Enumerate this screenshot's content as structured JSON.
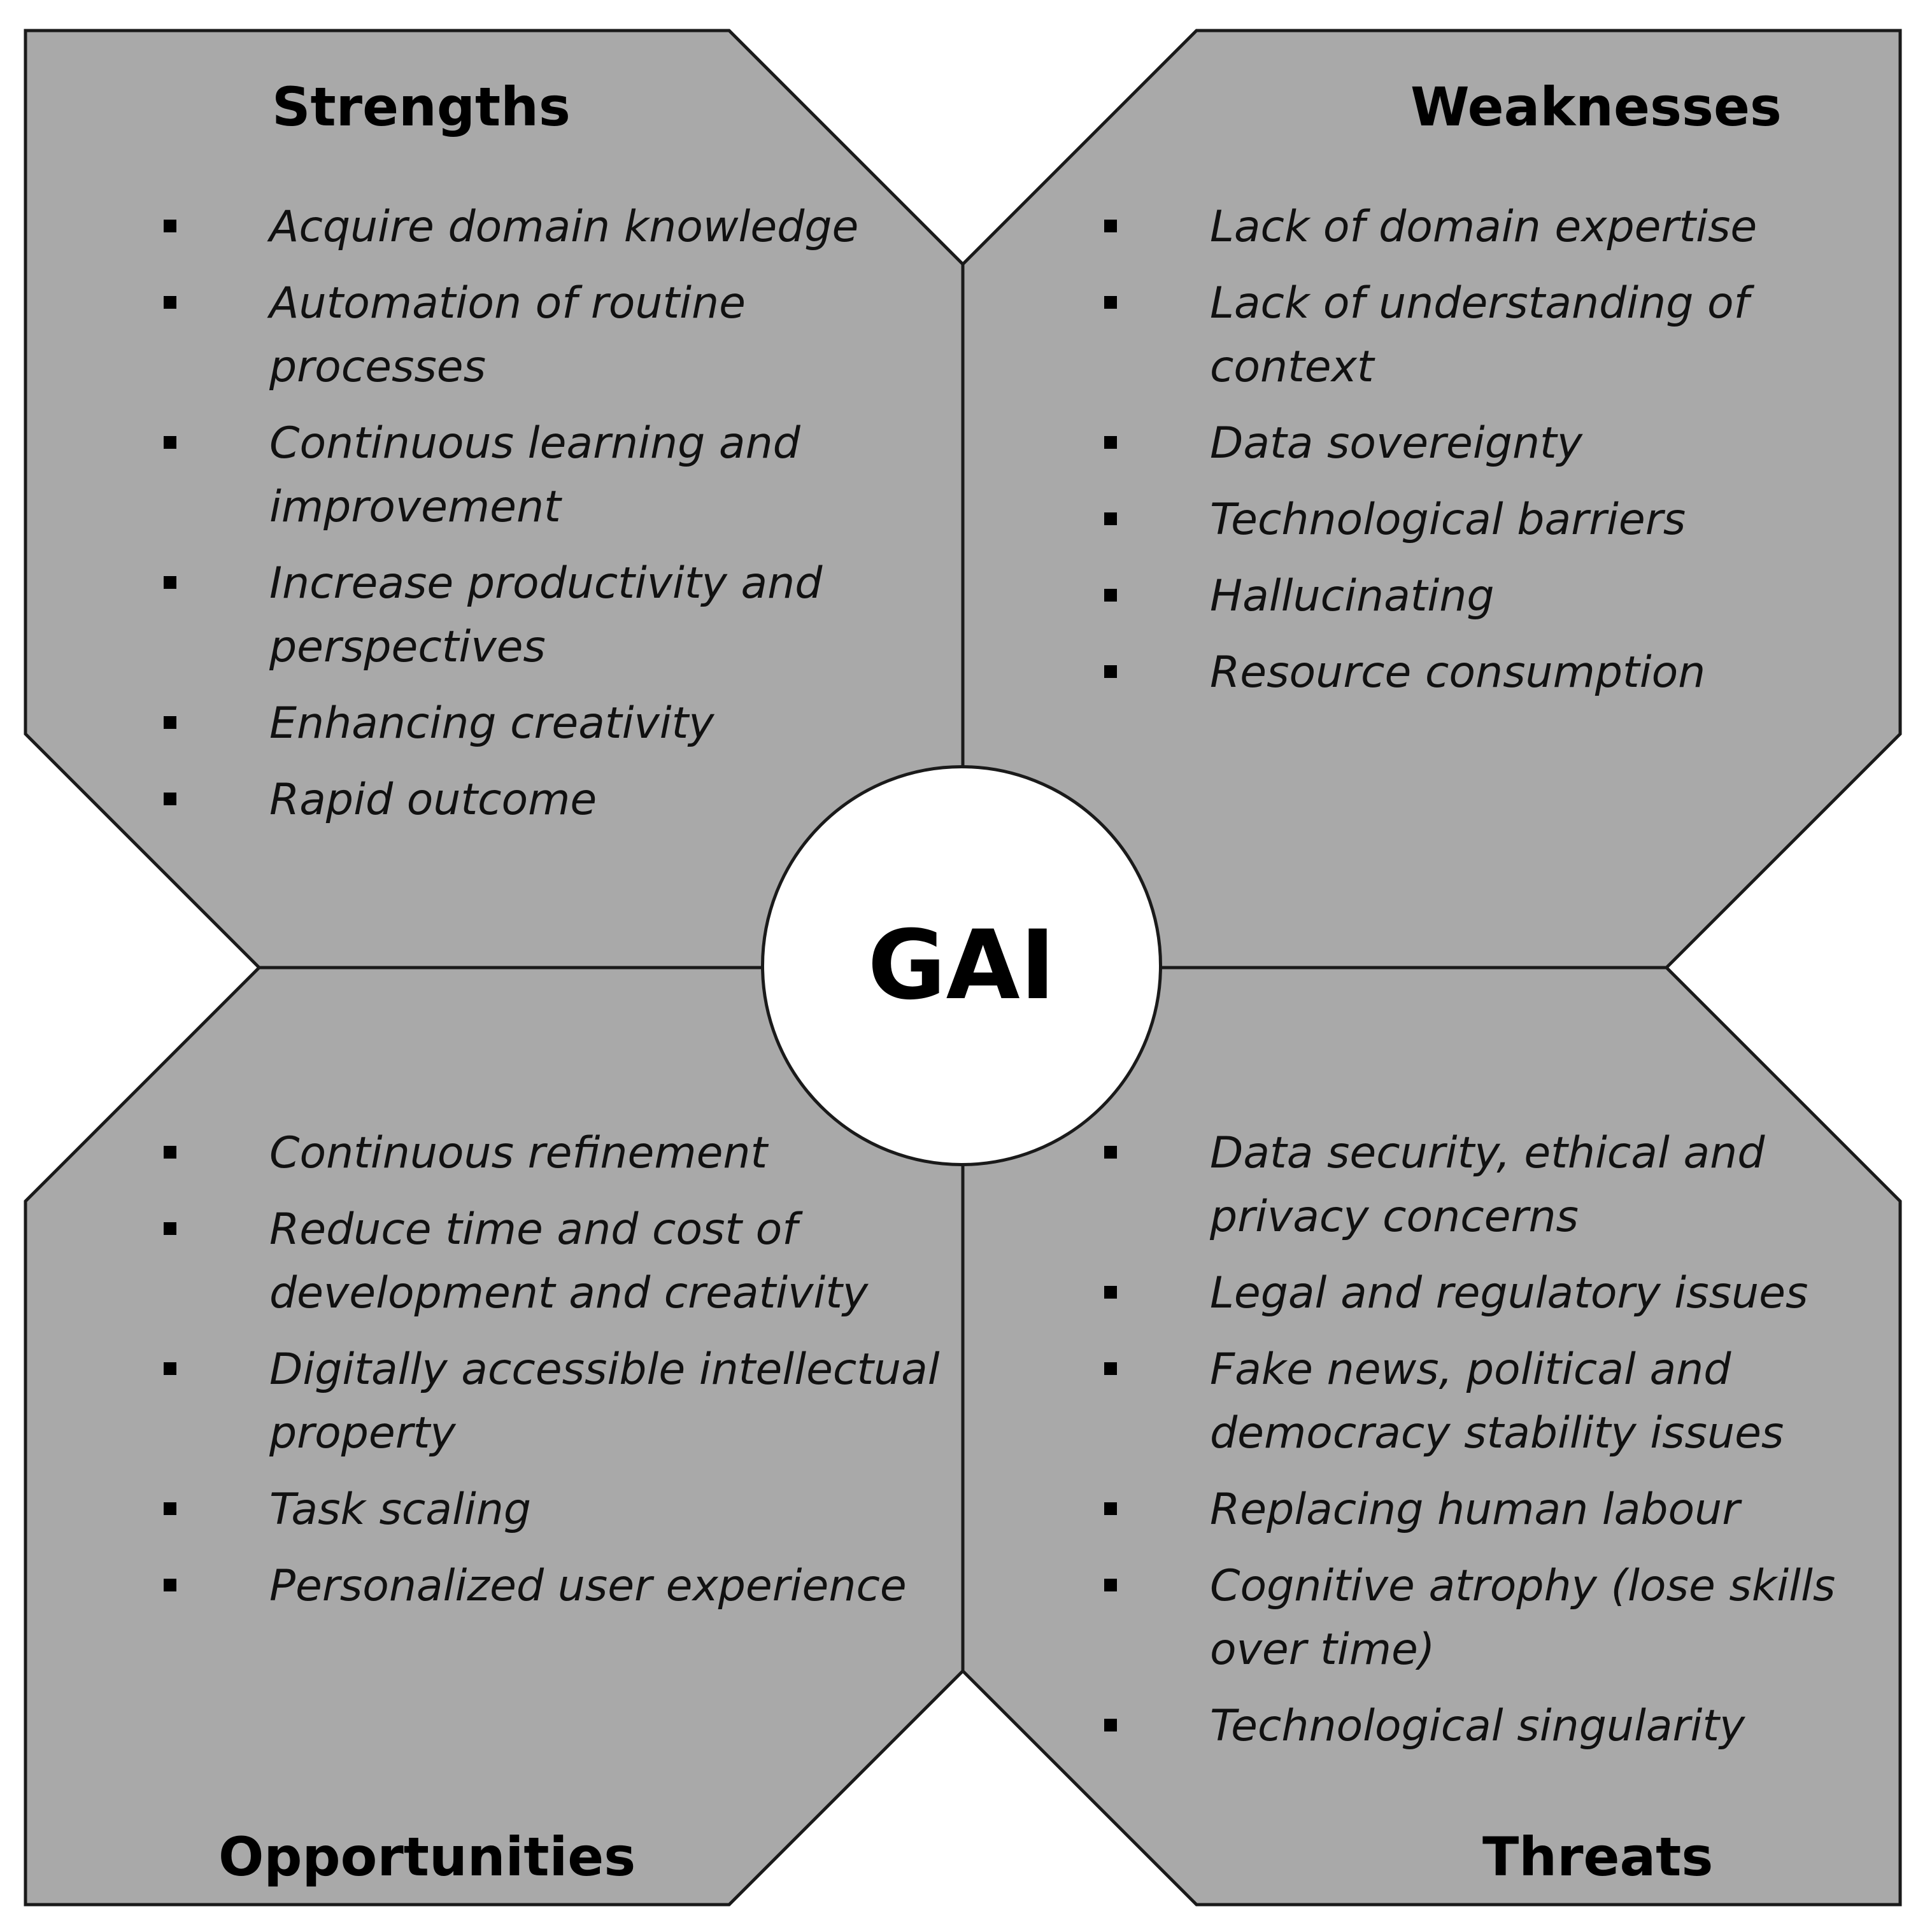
{
  "center": {
    "label": "GAI"
  },
  "quadrants": {
    "strengths": {
      "heading": "Strengths",
      "items": [
        "Acquire domain knowledge",
        "Automation of routine processes",
        "Continuous learning and improvement",
        "Increase productivity and perspectives",
        "Enhancing creativity",
        "Rapid outcome"
      ]
    },
    "weaknesses": {
      "heading": "Weaknesses",
      "items": [
        "Lack of domain expertise",
        "Lack of understanding of context",
        "Data sovereignty",
        "Technological barriers",
        "Hallucinating",
        "Resource consumption"
      ]
    },
    "opportunities": {
      "heading": "Opportunities",
      "items": [
        "Continuous refinement",
        "Reduce time and cost of development and creativity",
        "Digitally accessible intellectual property",
        "Task scaling",
        "Personalized user experience"
      ]
    },
    "threats": {
      "heading": "Threats",
      "items": [
        "Data security, ethical and privacy concerns",
        "Legal and regulatory issues",
        "Fake news, political and democracy stability issues",
        "Replacing human labour",
        "Cognitive atrophy (lose skills over time)",
        "Technological singularity"
      ]
    }
  },
  "colors": {
    "panel_fill": "#a9a9a9",
    "outline": "#1a1a1a",
    "background": "#ffffff"
  }
}
